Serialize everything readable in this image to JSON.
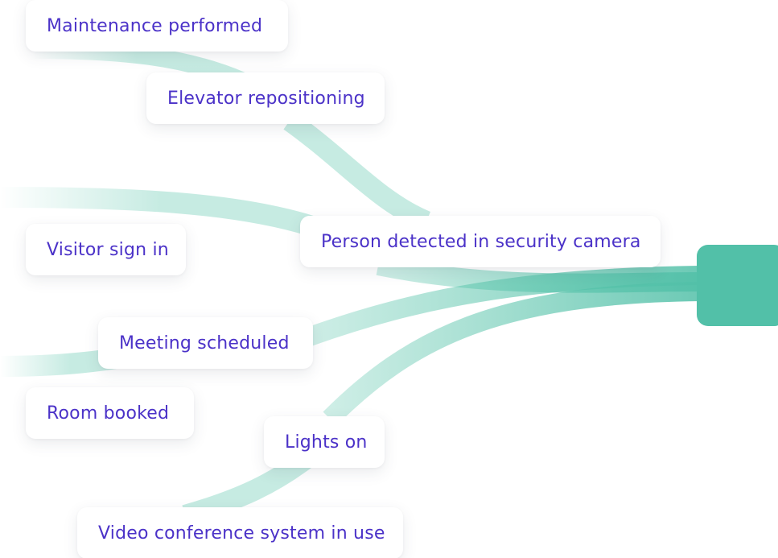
{
  "colors": {
    "label_text": "#4b32c8",
    "flow": "#5cc6ac",
    "hub": "#52c0a8"
  },
  "nodes": [
    {
      "id": "maintenance",
      "label": "Maintenance performed"
    },
    {
      "id": "elevator",
      "label": "Elevator repositioning"
    },
    {
      "id": "person",
      "label": "Person detected in security camera"
    },
    {
      "id": "visitor",
      "label": "Visitor sign in"
    },
    {
      "id": "meeting",
      "label": "Meeting scheduled"
    },
    {
      "id": "room",
      "label": "Room booked"
    },
    {
      "id": "lights",
      "label": "Lights on"
    },
    {
      "id": "video",
      "label": "Video conference system in use"
    }
  ],
  "hub": {
    "label": ""
  }
}
